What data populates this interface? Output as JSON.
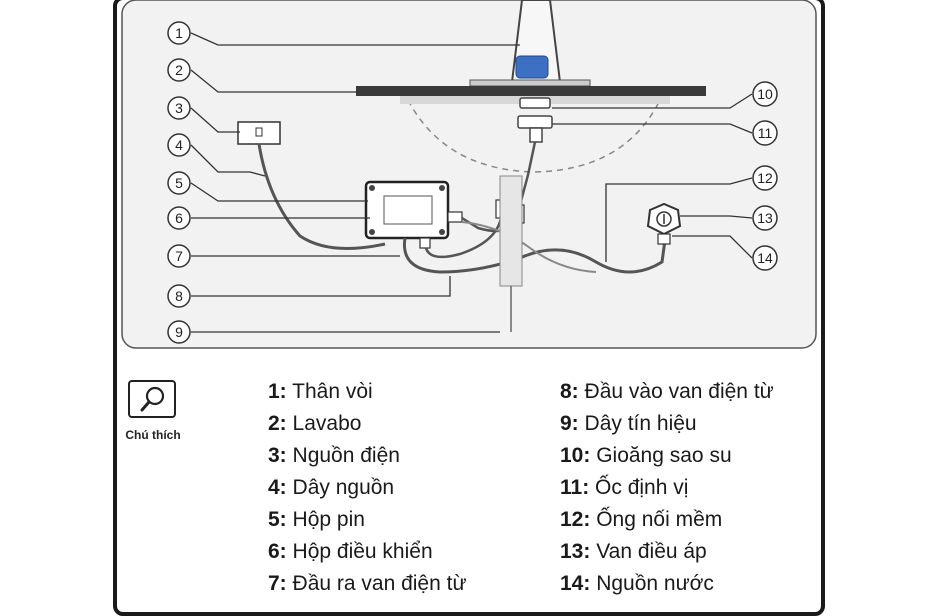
{
  "legend": {
    "title": "Chú thích",
    "left": [
      {
        "num": "1:",
        "label": "Thân vòi"
      },
      {
        "num": "2:",
        "label": "Lavabo"
      },
      {
        "num": "3:",
        "label": "Nguồn điện"
      },
      {
        "num": "4:",
        "label": "Dây nguồn"
      },
      {
        "num": "5:",
        "label": "Hộp pin"
      },
      {
        "num": "6:",
        "label": "Hộp điều khiển"
      },
      {
        "num": "7:",
        "label": "Đầu ra van điện từ"
      }
    ],
    "right": [
      {
        "num": "8:",
        "label": "Đầu vào van điện từ"
      },
      {
        "num": "9:",
        "label": "Dây tín hiệu"
      },
      {
        "num": "10:",
        "label": "Gioăng sao su"
      },
      {
        "num": "11:",
        "label": "Ốc định vị"
      },
      {
        "num": "12:",
        "label": "Ống nối mềm"
      },
      {
        "num": "13:",
        "label": "Van điều áp"
      },
      {
        "num": "14:",
        "label": "Nguồn nước"
      }
    ]
  },
  "callouts": [
    "1",
    "2",
    "3",
    "4",
    "5",
    "6",
    "7",
    "8",
    "9",
    "10",
    "11",
    "12",
    "13",
    "14"
  ],
  "colors": {
    "line": "#333333",
    "panel_bg": "#f2f2f2",
    "sensor": "#3d6fc2",
    "basin": "#3a3a3a"
  }
}
